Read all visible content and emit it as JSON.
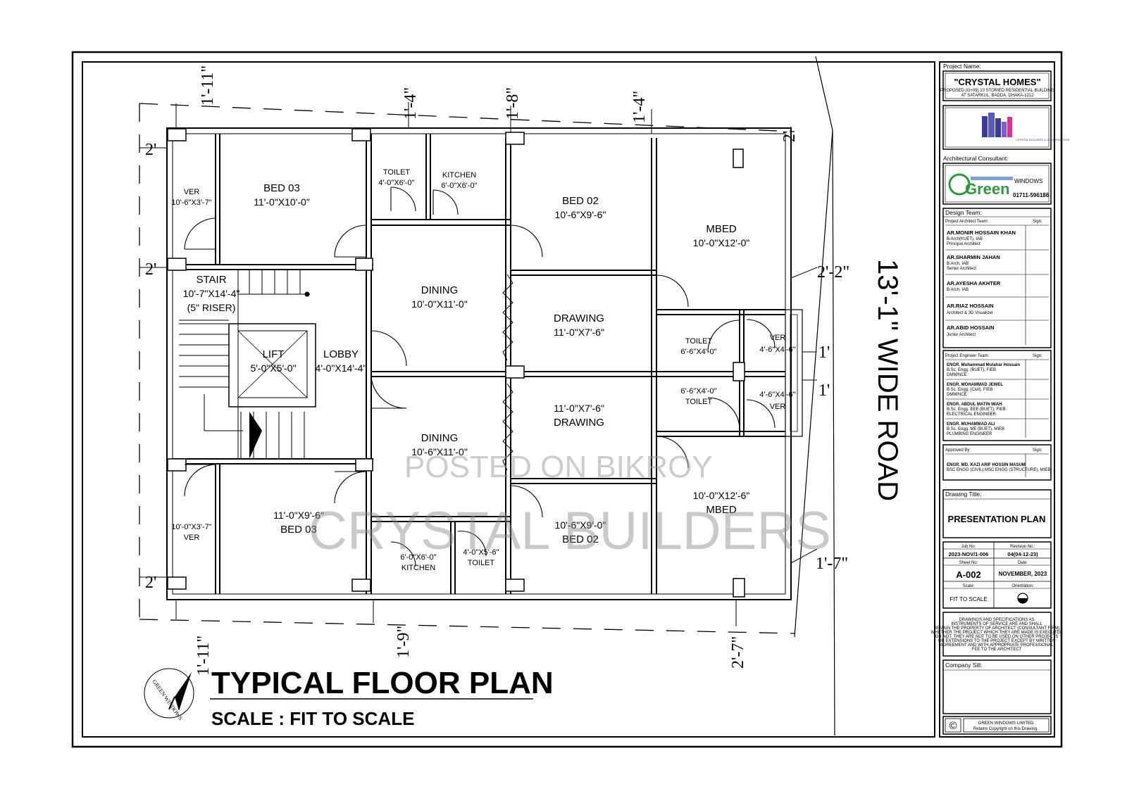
{
  "title": {
    "main": "TYPICAL FLOOR PLAN",
    "scale": "SCALE : FIT TO SCALE"
  },
  "road": "13'-1\" WIDE ROAD",
  "north_label": "GREEN WINDOWS",
  "watermark": {
    "line1": "POSTED ON BIKROY",
    "line2": "CRYSTAL BUILDERS"
  },
  "rooms": {
    "ver_tl": {
      "name": "VER",
      "dim": "10'-6\"X3'-7\""
    },
    "bed03_t": {
      "name": "BED 03",
      "dim": "11'-0\"X10'-0\""
    },
    "toilet_t": {
      "name": "TOILET",
      "dim": "4'-0\"X6'-0\""
    },
    "kitchen_t": {
      "name": "KITCHEN",
      "dim": "6'-0\"X6'-0\""
    },
    "bed02_t": {
      "name": "BED 02",
      "dim": "10'-6\"X9'-6\""
    },
    "mbed_t": {
      "name": "MBED",
      "dim": "10'-0\"X12'-0\""
    },
    "stair": {
      "name": "STAIR",
      "dim": "10'-7\"X14'-4\"",
      "riser": "(5\" RISER)"
    },
    "dining_t": {
      "name": "DINING",
      "dim": "10'-0\"X11'-0\""
    },
    "drawing_t": {
      "name": "DRAWING",
      "dim": "11'-0\"X7'-6\""
    },
    "toilet_rt": {
      "name": "TOILET",
      "dim": "6'-6\"X4'-0\""
    },
    "ver_rt": {
      "name": "VER",
      "dim": "4'-6\"X4'-6\""
    },
    "lift": {
      "name": "LIFT",
      "dim": "5'-0\"X5'-0\""
    },
    "lobby": {
      "name": "LOBBY",
      "dim": "4'-0\"X14'-4\""
    },
    "toilet_rb": {
      "name": "TOILET",
      "dim": "6'-6\"X4'-0\""
    },
    "ver_rb": {
      "name": "VER",
      "dim": "4'-6\"X4'-6\""
    },
    "drawing_b": {
      "name": "DRAWING",
      "dim": "11'-0\"X7'-6\""
    },
    "dining_b": {
      "name": "DINING",
      "dim": "10'-6\"X11'-0\""
    },
    "ver_bl": {
      "name": "VER",
      "dim": "10'-0\"X3'-7\""
    },
    "bed03_b": {
      "name": "BED 03",
      "dim": "11'-0\"X9'-6\""
    },
    "kitchen_b": {
      "name": "KITCHEN",
      "dim": "6'-0\"X6'-0\""
    },
    "toilet_b": {
      "name": "TOILET",
      "dim": "4'-0\"X5'-6\""
    },
    "bed02_b": {
      "name": "BED 02",
      "dim": "10'-6\"X9'-0\""
    },
    "mbed_b": {
      "name": "MBED",
      "dim": "10'-0\"X12'-6\""
    }
  },
  "dimensions": {
    "top_left": "1'-11\"",
    "top_1": "1'-4\"",
    "top_2": "1'-8\"",
    "top_3": "1'-4\"",
    "right_top": "2'",
    "left_1": "2'",
    "left_2": "2'",
    "left_3": "2'",
    "right_1": "2'-2\"",
    "right_2": "1'",
    "right_3": "1'",
    "right_4": "1'-7\"",
    "bottom_left": "1'-11\"",
    "bottom_1": "1'-9\"",
    "bottom_2": "2'-7\""
  },
  "title_block": {
    "project_label": "Project Name:",
    "project_name": "\"CRYSTAL HOMES\"",
    "project_sub1": "PROPOSED (G+09) 10 STORIED RESIDENTIAL BUILDING",
    "project_sub2": "AT SATARKUL, BADDA, DHAKA-1212",
    "builder_logo": "CRYSTAL BUILDERS & CONSTRUCTION",
    "consultant_label": "Architectural Consultant:",
    "consultant_logo": "Green",
    "consultant_windows": "WINDOWS",
    "consultant_phone": "01711-596186",
    "design_team_label": "Design Team:",
    "architect_team_label": "Project Architect Team:",
    "sign_label": "Sign:",
    "architects": [
      {
        "name": "AR.MONIR HOSSAIN KHAN",
        "l1": "B.Arch(KUET), IAB",
        "l2": "Principal Architect"
      },
      {
        "name": "AR.SHARMIN JAHAN",
        "l1": "B.Arch, IAB",
        "l2": "Senior Architect"
      },
      {
        "name": "AR.AYESHA AKHTER",
        "l1": "B.Arch, IAB",
        "l2": ""
      },
      {
        "name": "AR.RIAZ HOSSAIN",
        "l1": "Architect & 3D Visualizer",
        "l2": ""
      },
      {
        "name": "AR.ABID HOSSAIN",
        "l1": "Junior Architect",
        "l2": ""
      }
    ],
    "engineer_team_label": "Project Engineer Team:",
    "engineers": [
      {
        "name": "ENGR. Muhammad Mutahar Hossain",
        "l1": "B.Sc. Engg. (BUET), FIEB",
        "l2": "DMM/NCE"
      },
      {
        "name": "ENGR. MOHAMMAD JEWEL",
        "l1": "B.Sc. Engg. (Civil), FIEB",
        "l2": "DMM/NCE"
      },
      {
        "name": "ENGR. ABDUL MATIN MIAH",
        "l1": "B.Sc. Engg. EEE (BUET), FIEB",
        "l2": "ELECTRICAL ENGINEER"
      },
      {
        "name": "ENGR. MUHAMMAD ALI",
        "l1": "B.Sc. Engg. ME (BUET), MIEB",
        "l2": "PLUMBING ENGINEER"
      }
    ],
    "approved_label": "Approved By:",
    "approved_name": "ENGR. MD. KAZI ARIF HOSSIN MASUM",
    "approved_sub": "BSC ENGG (CIVIL) MSC ENGG (STRUCTURE), MIEB",
    "drawing_title_label": "Drawing Title:",
    "drawing_title": "PRESENTATION PLAN",
    "job_no_label": "Job No:",
    "job_no": "2023-NOV/1-006",
    "revision_label": "Revision No.:",
    "revision": "04(04-12-23)",
    "sheet_label": "Sheet No:",
    "sheet": "A-002",
    "date_label": "Date:",
    "date": "NOVEMBER, 2023",
    "scale_label": "Scale:",
    "scale": "FIT TO SCALE",
    "orientation_label": "Orientation:",
    "notes": [
      "DRAWINGS AND SPECIFICATIONS AS",
      "INSTRUMENTS OF SERVICE ARE AND SHALL",
      "REMAIN THE PROPERTY OF ARCHITECT (CONSULTANT FIRM)",
      "WHETHER THE PROJECT WHICH THEY ARE MADE IS EXECUTED",
      "OR NOT. THEY ARE NOT TO BE USED ON OTHER PROJECTS",
      "OR EXTENSIONS TO THE PROJECT EXCEPT BY WRITTEN",
      "AGREEMENT AND WITH APPROPRIATE PROFESSIONAL",
      "FEE TO THE ARCHITECT"
    ],
    "company_seal_label": "Company Sill:",
    "copyright_symbol": "©",
    "copyright_1": "GREEN WINDOWS LIMITED",
    "copyright_2": "Retains Copyright on this Drawing."
  }
}
